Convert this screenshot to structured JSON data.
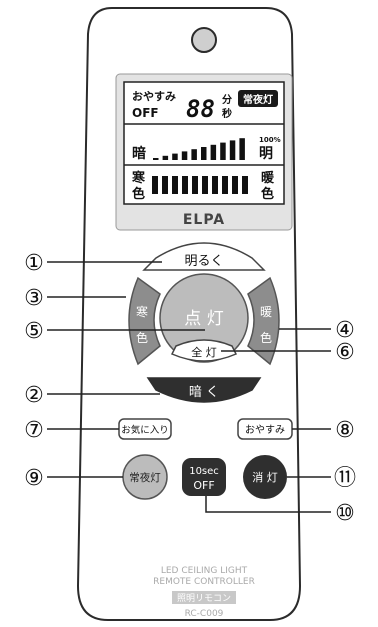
{
  "display": {
    "sleep_label": "おやすみ",
    "off_label": "OFF",
    "digits": "88",
    "min_label": "分",
    "sec_label": "秒",
    "night_light_badge": "常夜灯",
    "dark_label": "暗",
    "bright_label": "明",
    "max_percent": "100%",
    "cool_label": [
      "寒",
      "色"
    ],
    "warm_label": [
      "暖",
      "色"
    ]
  },
  "brand": "ELPA",
  "buttons": {
    "brighter": "明るく",
    "cool_color": [
      "寒",
      "色"
    ],
    "warm_color": [
      "暖",
      "色"
    ],
    "light_on": "点 灯",
    "full_light": "全 灯",
    "darker": "暗 く",
    "favorite": "お気に入り",
    "sleep": "おやすみ",
    "night_light": "常夜灯",
    "timer_10sec_top": "10sec",
    "timer_10sec_bottom": "OFF",
    "light_off": "消 灯"
  },
  "callouts": [
    "①",
    "③",
    "⑤",
    "②",
    "⑦",
    "⑨",
    "④",
    "⑥",
    "⑧",
    "⑪",
    "⑩"
  ],
  "footer": {
    "line1": "LED CEILING LIGHT",
    "line2": "REMOTE CONTROLLER",
    "product_badge": "照明リモコン",
    "model": "RC-C009"
  },
  "colors": {
    "lcd_bg": "#e3e3e3",
    "dark_button": "#2f2f2f",
    "gray_button": "#8d8d8d",
    "light_gray_button": "#bcbcbc"
  }
}
